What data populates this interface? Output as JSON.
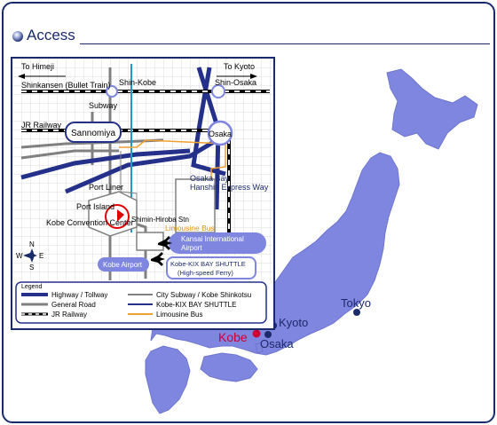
{
  "header": {
    "title": "Access"
  },
  "japan": {
    "cities": {
      "tokyo": "Tokyo",
      "kyoto": "Kyoto",
      "osaka": "Osaka",
      "kobe": "Kobe"
    },
    "colors": {
      "land": "#7f86df",
      "city": "#1b2a6b",
      "kobe": "#cc0033",
      "sea": "#ffffff"
    }
  },
  "inset": {
    "directions": {
      "to_himeji": "To Himeji",
      "to_kyoto": "To Kyoto"
    },
    "lines": {
      "shinkansen": "Shinkansen (Bullet Train)",
      "subway": "Subway",
      "jr_railway": "JR Railway",
      "port_liner": "Port Liner",
      "osaka_bay": "Osaka Bay",
      "hanshin_expressway": "Hanshin Express Way",
      "limousine_bus": "Limousine Bus"
    },
    "stations": {
      "shin_kobe": "Shin-Kobe",
      "shin_osaka": "Shin-Osaka",
      "sannomiya": "Sannomiya",
      "osaka": "Osaka",
      "shimin_hiroba": "Shimin-Hiroba Stn"
    },
    "places": {
      "port_island": "Port Island",
      "kobe_convention_center": "Kobe Convention Center",
      "kansai_airport_line1": "Kansai International",
      "kansai_airport_line2": "Airport",
      "kobe_airport": "Kobe Airport",
      "kix_shuttle_line1": "Kobe-KIX BAY SHUTTLE",
      "kix_shuttle_line2": "(High-speed Ferry)"
    },
    "compass": {
      "n": "N",
      "s": "S",
      "e": "E",
      "w": "W"
    },
    "legend": {
      "title": "Legend",
      "highway": "Highway / Tollway",
      "general_road": "General Road",
      "jr_railway": "JR Railway",
      "city_subway": "City Subway / Kobe Shinkotsu",
      "kix_shuttle": "Kobe-KIX BAY SHUTTLE",
      "limousine_bus": "Limousine Bus"
    },
    "colors": {
      "highway": "#24308a",
      "road": "#808080",
      "subway": "#1c9ac8",
      "shuttle": "#24308a",
      "bus": "#f0a030",
      "grid": "#dcdcdc",
      "pill": "#7f86df"
    }
  }
}
